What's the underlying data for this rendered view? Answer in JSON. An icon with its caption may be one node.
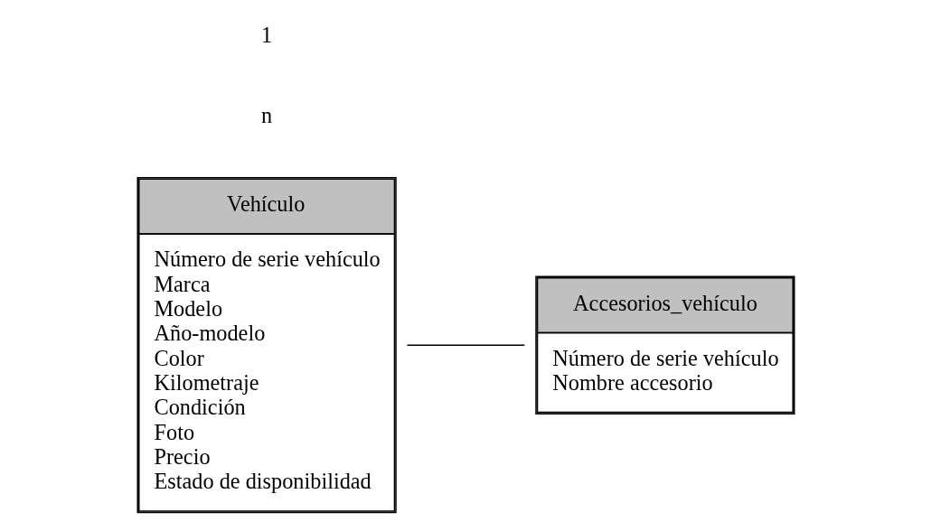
{
  "diagram": {
    "nodes": [
      {
        "text": [
          "Vehículo",
          "Número de serie vehículo",
          "Marca",
          "Modelo",
          "Año-modelo",
          "Color",
          "Kilometraje",
          "Condición",
          "Foto",
          "Precio",
          "Estado de disponibilidad"
        ]
      },
      {
        "text": [
          "Accesorios_vehículo",
          "Número de serie vehículo",
          "Nombre accesorio"
        ]
      }
    ],
    "edges": [
      {
        "from": 0,
        "to": 1,
        "arrow": "none"
      }
    ],
    "labels": [
      "n",
      "1"
    ]
  }
}
